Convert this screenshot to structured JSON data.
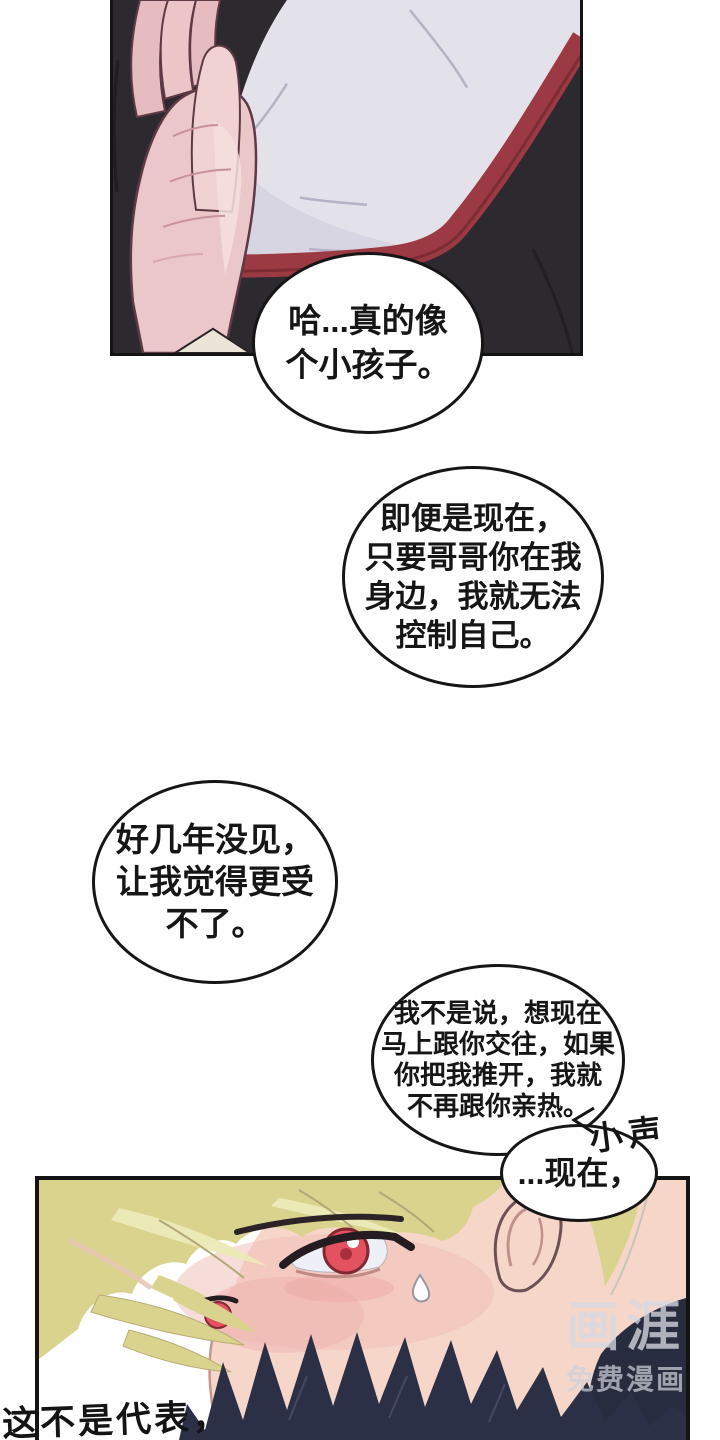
{
  "bubbles": {
    "b1": {
      "lines": [
        "哈...真的像",
        "个小孩子。"
      ]
    },
    "b2": {
      "lines": [
        "即便是现在，",
        "只要哥哥你在我",
        "身边，我就无法",
        "控制自己。"
      ]
    },
    "b3": {
      "lines": [
        "好几年没见，",
        "让我觉得更受",
        "不了。"
      ]
    },
    "b4": {
      "lines": [
        "我不是说，想现在",
        "马上跟你交往，如果",
        "你把我推开，我就",
        "不再跟你亲热。"
      ]
    },
    "b5": {
      "lines": [
        "...现在，"
      ]
    }
  },
  "annotations": {
    "whisper": "小声",
    "caption": "这不是代表，"
  },
  "watermark": {
    "logo": "画涯",
    "subtitle": "免费漫画"
  },
  "colors": {
    "bubble_border": "#161616",
    "dark_clothing": "#2c2a2f",
    "white_fabric": "#e3e2ea",
    "red_trim": "#9c3a43",
    "hand_skin": "#ecc7c9",
    "face_skin": "#f7d6ca",
    "blonde_hair": "#d9d38e",
    "navy_hair": "#2b3046",
    "eye_red": "#e4515f"
  }
}
